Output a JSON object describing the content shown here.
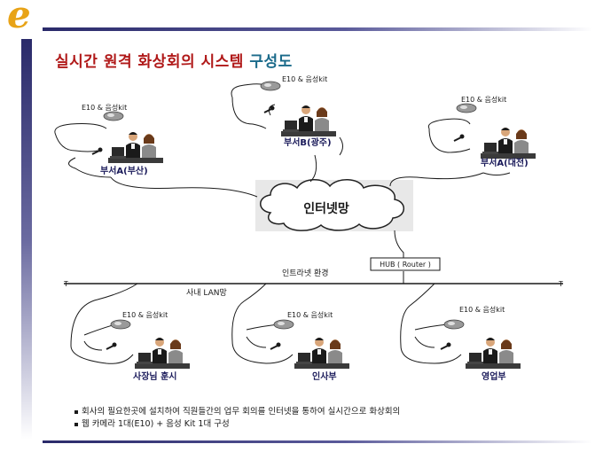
{
  "title": {
    "main": "실시간 원격 화상회의 시스템",
    "accent": "구성도"
  },
  "colors": {
    "title": "#b01818",
    "accent": "#1a6a8a",
    "logo": "#e8a317",
    "frame": "#2a2a6a"
  },
  "kit_label": "E10 & 음성kit",
  "cloud_label": "인터넷망",
  "hub_label": "HUB ( Router )",
  "intranet_label": "인트라넷 환경",
  "lan_label": "사내 LAN망",
  "sites": {
    "a_busan": "부서A(부산)",
    "b_gwangju": "부서B(광주)",
    "a_daejeon": "부서A(대전)",
    "ceo": "사장님 훈시",
    "hr": "인사부",
    "sales": "영업부"
  },
  "notes": [
    "회사의 필요한곳에 설치하여 직원들간의 업무 회의를 인터넷을 통하여 실시간으로 화상회의",
    "웹 카메라 1대(E10) + 음성 Kit 1대 구성"
  ],
  "icons": [
    "logo-e-icon",
    "webcam-icon",
    "headset-icon",
    "meeting-people-icon",
    "cloud-icon",
    "hub-box-icon"
  ]
}
